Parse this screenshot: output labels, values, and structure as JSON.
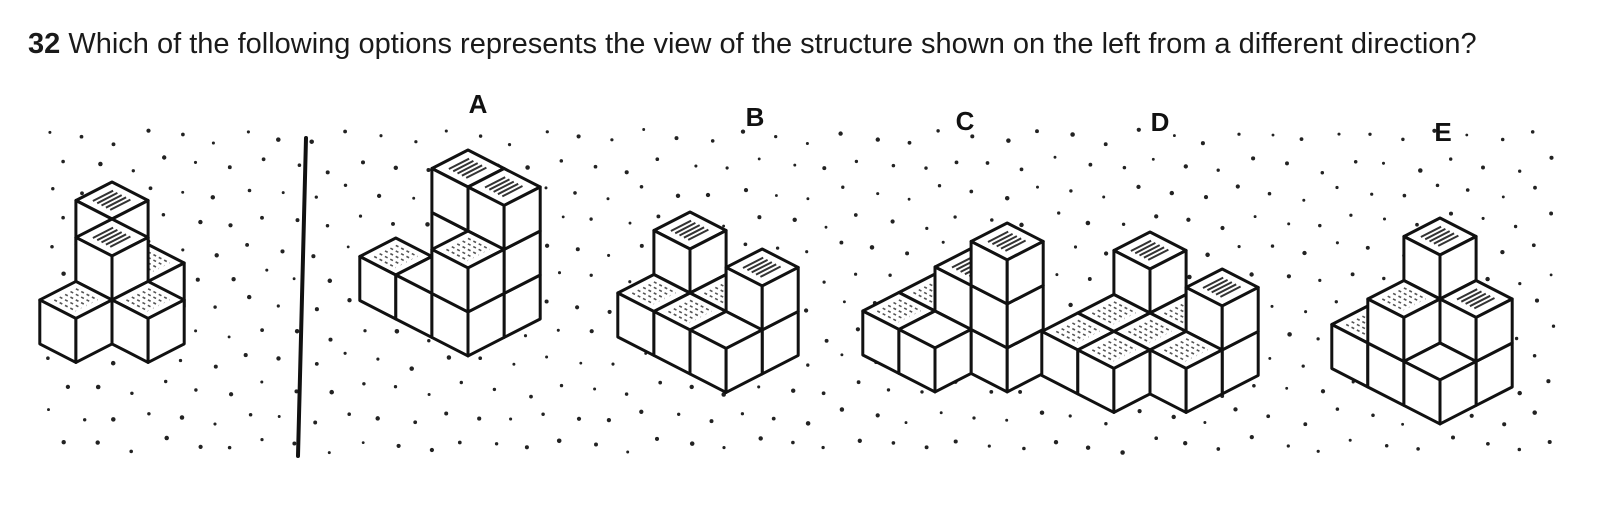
{
  "question": {
    "number": "32",
    "text": "Which of the following options represents the view of the structure shown on the left from a different direction?"
  },
  "options": [
    {
      "key": "reference",
      "label": ""
    },
    {
      "key": "a",
      "label": "A"
    },
    {
      "key": "b",
      "label": "B"
    },
    {
      "key": "c",
      "label": "C"
    },
    {
      "key": "d",
      "label": "D"
    },
    {
      "key": "e",
      "label": "E"
    }
  ]
}
